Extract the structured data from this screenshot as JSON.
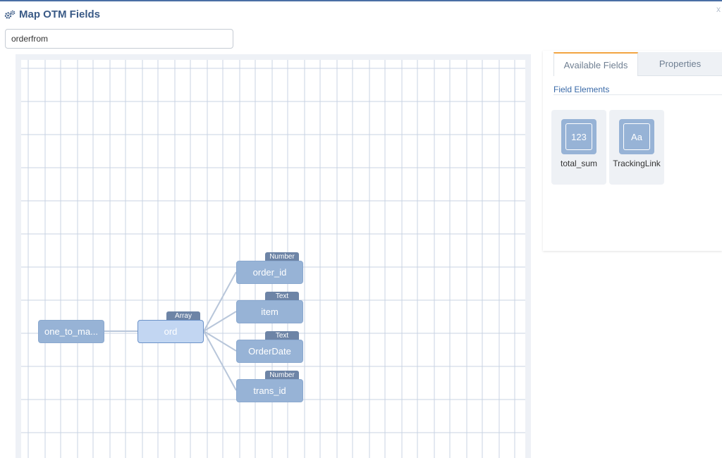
{
  "dialog": {
    "title": "Map OTM Fields",
    "title_icon": "cogs-icon",
    "close_icon": "close-icon",
    "close_glyph": "x"
  },
  "search": {
    "value": "orderfrom",
    "placeholder": ""
  },
  "mapping_canvas": {
    "root": {
      "label": "one_to_ma..."
    },
    "array_node": {
      "label": "ord",
      "type": "Array"
    },
    "children": [
      {
        "label": "order_id",
        "type": "Number"
      },
      {
        "label": "item",
        "type": "Text"
      },
      {
        "label": "OrderDate",
        "type": "Text"
      },
      {
        "label": "trans_id",
        "type": "Number"
      }
    ]
  },
  "side_panel": {
    "tabs": [
      {
        "label": "Available Fields",
        "active": true
      },
      {
        "label": "Properties",
        "active": false
      }
    ],
    "section_title": "Field Elements",
    "fields": [
      {
        "icon": "number-icon",
        "glyph": "123",
        "label": "total_sum"
      },
      {
        "icon": "text-icon",
        "glyph": "Aa",
        "label": "TrackingLink"
      }
    ]
  },
  "colors": {
    "title": "#3a5a86",
    "node": "#97b3d6",
    "node_selected": "#c2d6f2",
    "type_tag": "#6d84a6",
    "grid_line": "#c9d3e3",
    "active_tab_accent": "#f2a541",
    "section_label": "#3a6aa8"
  }
}
